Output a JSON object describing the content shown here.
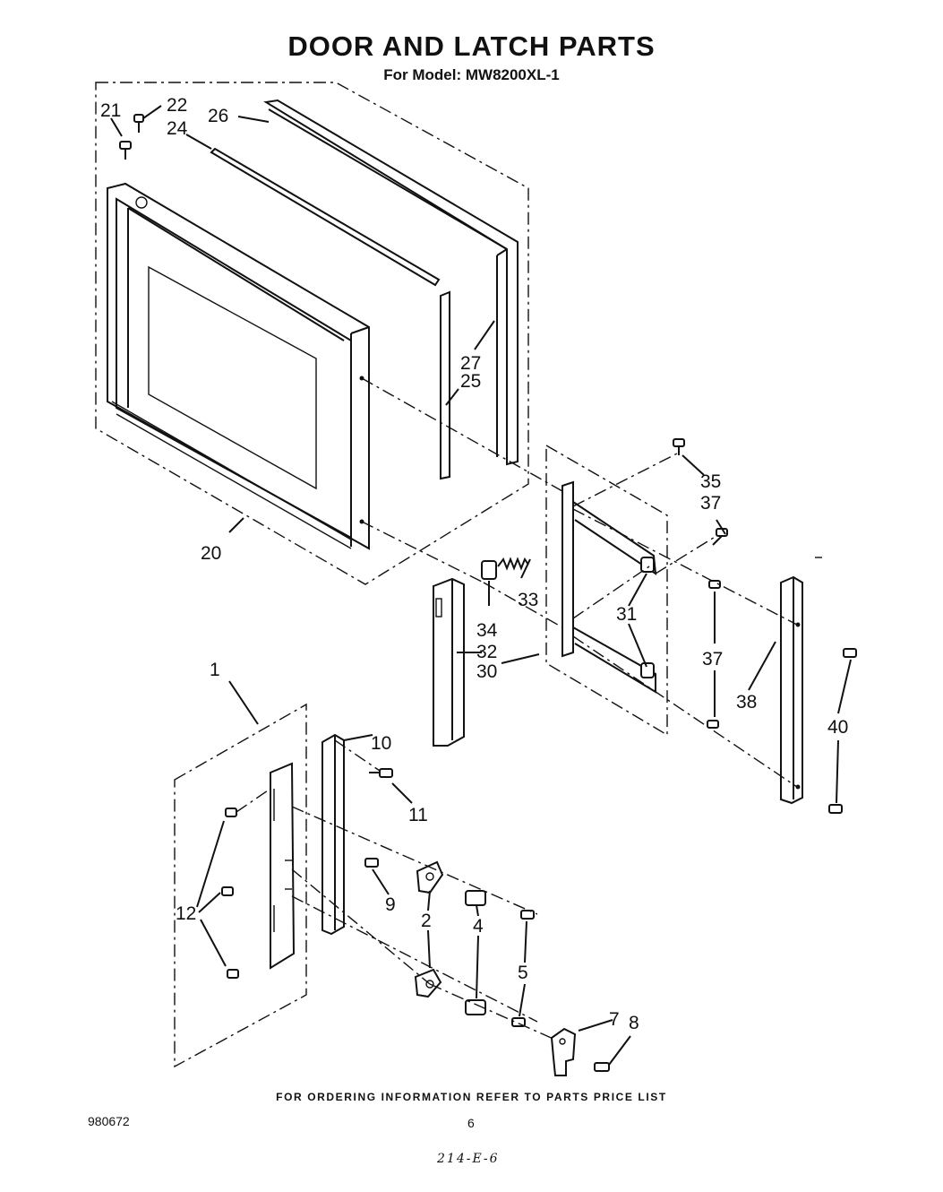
{
  "header": {
    "title": "DOOR AND LATCH PARTS",
    "subtitle": "For Model: MW8200XL-1"
  },
  "footer": {
    "ordering_note": "FOR ORDERING INFORMATION REFER TO PARTS PRICE LIST",
    "doc_number": "980672",
    "page_number": "6",
    "handwritten_note": "214-E-6"
  },
  "callouts": {
    "c21": "21",
    "c22": "22",
    "c24": "24",
    "c26": "26",
    "c27": "27",
    "c25": "25",
    "c20": "20",
    "c35": "35",
    "c37a": "37",
    "c33": "33",
    "c31": "31",
    "c34": "34",
    "c32": "32",
    "c30": "30",
    "c37b": "37",
    "c38": "38",
    "c40": "40",
    "c1": "1",
    "c10": "10",
    "c11": "11",
    "c12": "12",
    "c9": "9",
    "c2": "2",
    "c4": "4",
    "c5": "5",
    "c7": "7",
    "c8": "8"
  }
}
